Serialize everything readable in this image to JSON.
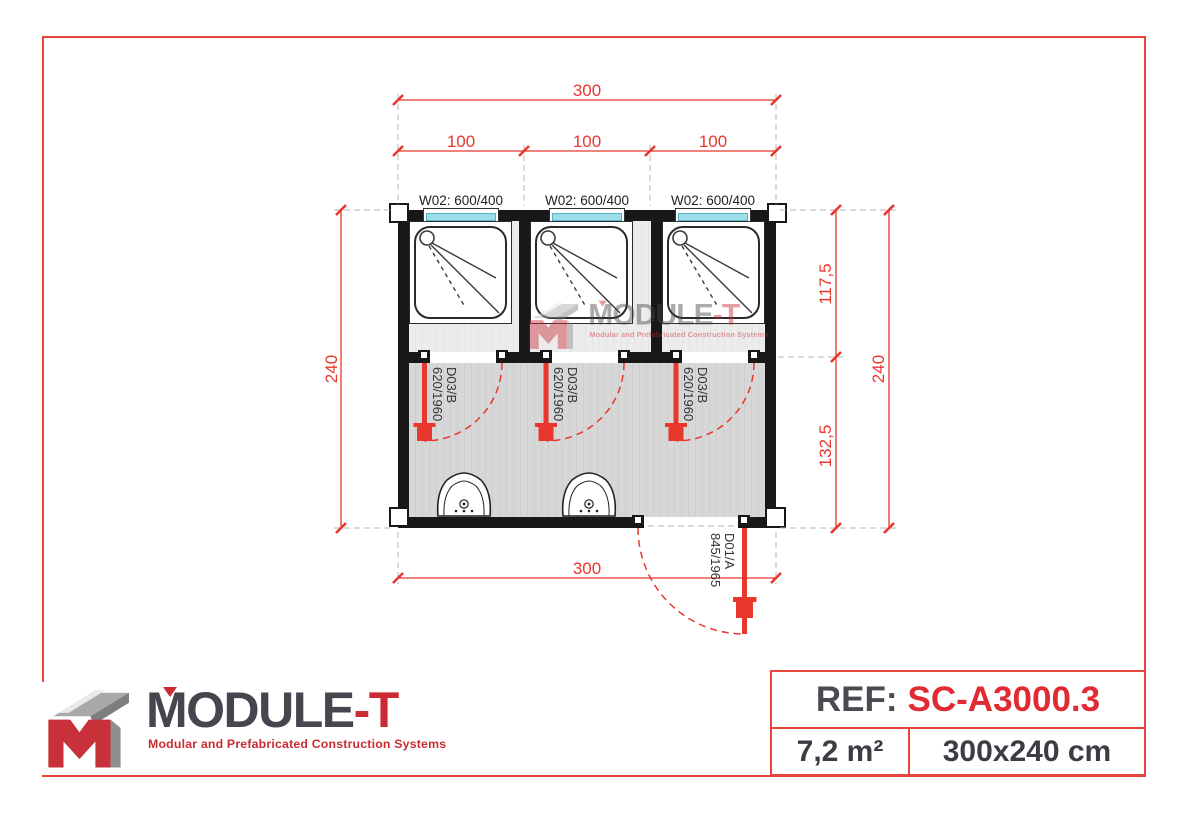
{
  "logo": {
    "word_main": "MODULE",
    "word_accent": "-T",
    "tagline": "Modular and Prefabricated Construction Systems"
  },
  "ref_box": {
    "ref_label": "REF:",
    "ref_value": "SC-A3000.3",
    "area": "7,2 m²",
    "dimensions": "300x240 cm"
  },
  "plan": {
    "window_labels": [
      "W02: 600/400",
      "W02: 600/400",
      "W02: 600/400"
    ],
    "doors": [
      {
        "code": "D03/B",
        "size": "620/1960"
      },
      {
        "code": "D03/B",
        "size": "620/1960"
      },
      {
        "code": "D03/B",
        "size": "620/1960"
      },
      {
        "code": "D01/A",
        "size": "845/1965"
      }
    ],
    "dimensions": {
      "top_total": "300",
      "bay1": "100",
      "bay2": "100",
      "bay3": "100",
      "left_total": "240",
      "right_upper": "117,5",
      "right_lower": "132,5",
      "right_total": "240",
      "bottom_total": "300"
    }
  },
  "colors": {
    "drawing_red": "#e8372d",
    "frame_red": "#e8463d",
    "logo_red": "#cb2b33",
    "dark_gray": "#4a4a52",
    "wall_black": "#181818",
    "window_cyan": "#9fdde8"
  }
}
